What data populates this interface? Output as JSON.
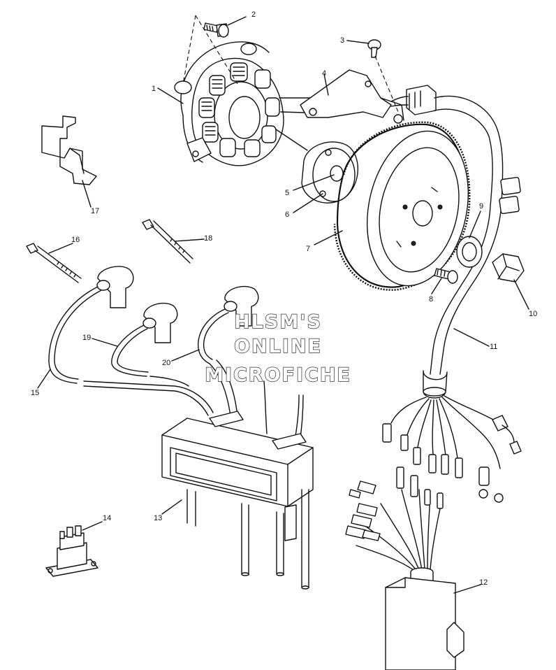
{
  "callouts": [
    {
      "id": "1",
      "label": "1"
    },
    {
      "id": "2",
      "label": "2"
    },
    {
      "id": "3",
      "label": "3"
    },
    {
      "id": "4",
      "label": "4"
    },
    {
      "id": "5",
      "label": "5"
    },
    {
      "id": "6",
      "label": "6"
    },
    {
      "id": "7",
      "label": "7"
    },
    {
      "id": "8",
      "label": "8"
    },
    {
      "id": "9",
      "label": "9"
    },
    {
      "id": "10",
      "label": "10"
    },
    {
      "id": "11",
      "label": "11"
    },
    {
      "id": "12",
      "label": "12"
    },
    {
      "id": "13",
      "label": "13"
    },
    {
      "id": "14",
      "label": "14"
    },
    {
      "id": "15",
      "label": "15"
    },
    {
      "id": "16",
      "label": "16"
    },
    {
      "id": "17",
      "label": "17"
    },
    {
      "id": "18",
      "label": "18"
    },
    {
      "id": "19",
      "label": "19"
    },
    {
      "id": "20",
      "label": "20"
    }
  ],
  "watermark": {
    "line1": "HLSM'S",
    "line2": "ONLINE",
    "line3": "MICROFICHE"
  },
  "colors": {
    "ink": "#111111",
    "paper": "#ffffff"
  }
}
